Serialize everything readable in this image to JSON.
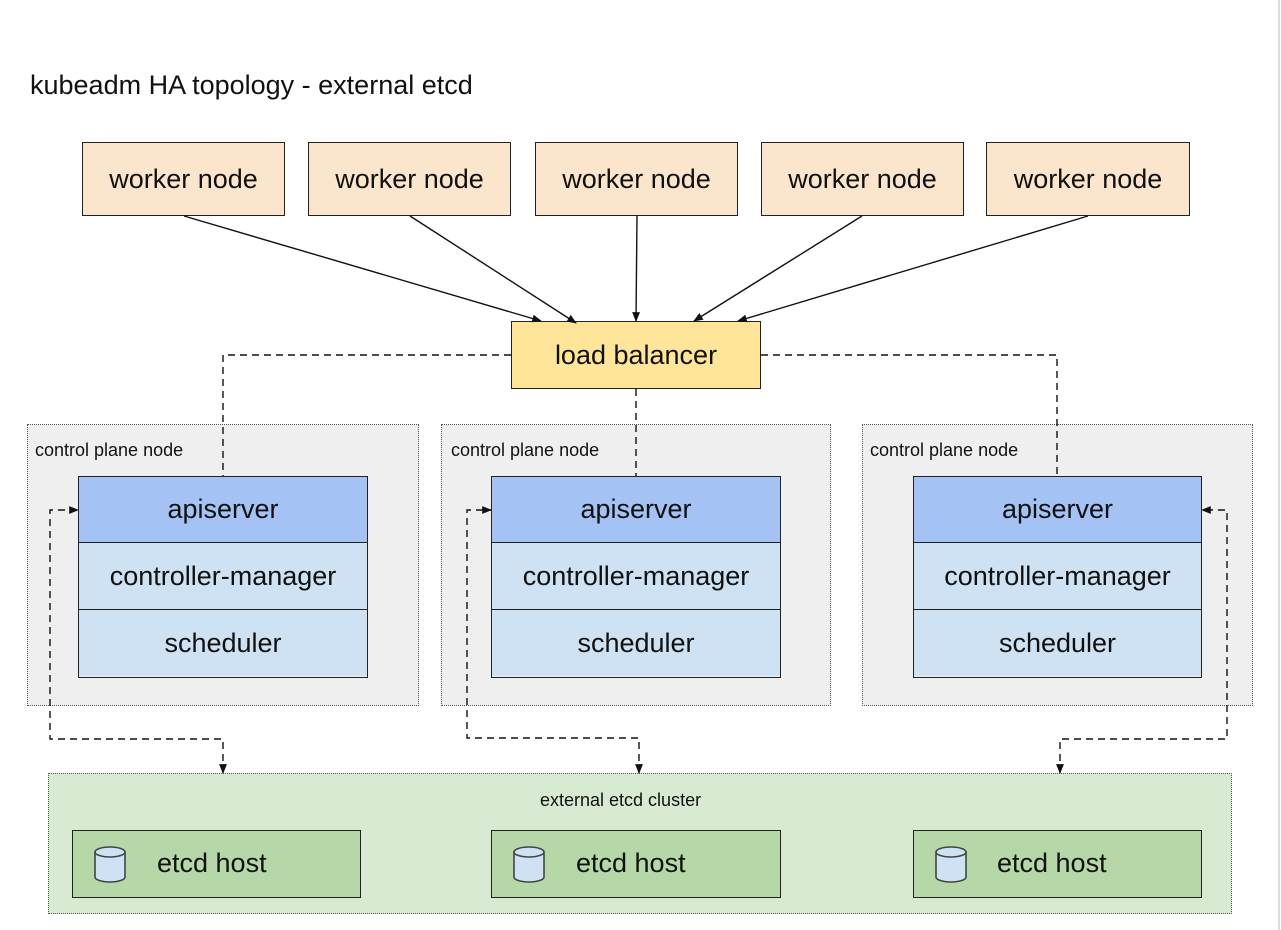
{
  "title": "kubeadm HA topology - external etcd",
  "workers": [
    {
      "label": "worker node"
    },
    {
      "label": "worker node"
    },
    {
      "label": "worker node"
    },
    {
      "label": "worker node"
    },
    {
      "label": "worker node"
    }
  ],
  "load_balancer": {
    "label": "load balancer"
  },
  "control_plane_nodes": [
    {
      "label": "control plane node",
      "apiserver": "apiserver",
      "controller_manager": "controller-manager",
      "scheduler": "scheduler"
    },
    {
      "label": "control plane node",
      "apiserver": "apiserver",
      "controller_manager": "controller-manager",
      "scheduler": "scheduler"
    },
    {
      "label": "control plane node",
      "apiserver": "apiserver",
      "controller_manager": "controller-manager",
      "scheduler": "scheduler"
    }
  ],
  "etcd_cluster": {
    "label": "external etcd cluster",
    "hosts": [
      {
        "label": "etcd host",
        "icon": "database-icon"
      },
      {
        "label": "etcd host",
        "icon": "database-icon"
      },
      {
        "label": "etcd host",
        "icon": "database-icon"
      }
    ]
  },
  "colors": {
    "worker": "#fce5cd",
    "load_balancer": "#ffe599",
    "control_plane_bg": "#efefef",
    "apiserver": "#a4c2f4",
    "component": "#cfe2f3",
    "etcd_cluster_bg": "#d9ead3",
    "etcd_host": "#b6d7a8"
  }
}
